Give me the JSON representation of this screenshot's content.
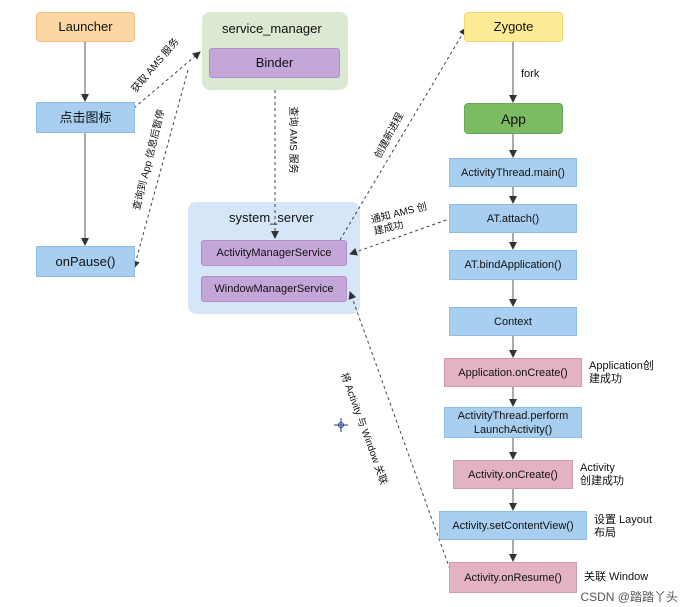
{
  "nodes": {
    "launcher": "Launcher",
    "click_icon": "点击图标",
    "on_pause": "onPause()",
    "service_manager": "service_manager",
    "binder": "Binder",
    "system_server": "system_server",
    "ams": "ActivityManagerService",
    "wms": "WindowManagerService",
    "zygote": "Zygote",
    "app": "App",
    "at_main": "ActivityThread.main()",
    "at_attach": "AT.attach()",
    "at_bind": "AT.bindApplication()",
    "context": "Context",
    "app_on_create": "Application.onCreate()",
    "at_perform_1": "ActivityThread.perform",
    "at_perform_2": "LaunchActivity()",
    "activity_on_create": "Activity.onCreate()",
    "set_content_view": "Activity.setContentView()",
    "on_resume": "Activity.onResume()"
  },
  "edge_labels": {
    "fork": "fork",
    "get_ams": "获取 AMS 服务",
    "query_app": "查询到 App 信息后暂停",
    "query_ams": "查询 AMS 服务",
    "create_process": "创建新进程",
    "notify_ams_1": "通知 AMS 创",
    "notify_ams_2": "建成功",
    "link_window": "将 Activity 与 Window 关联"
  },
  "side_notes": {
    "app_created_1": "Application创",
    "app_created_2": "建成功",
    "activity_created_1": "Activity",
    "activity_created_2": "创建成功",
    "set_layout_1": "设置 Layout",
    "set_layout_2": "布局",
    "link_window": "关联 Window"
  },
  "watermark": "CSDN @踏踏丫头"
}
